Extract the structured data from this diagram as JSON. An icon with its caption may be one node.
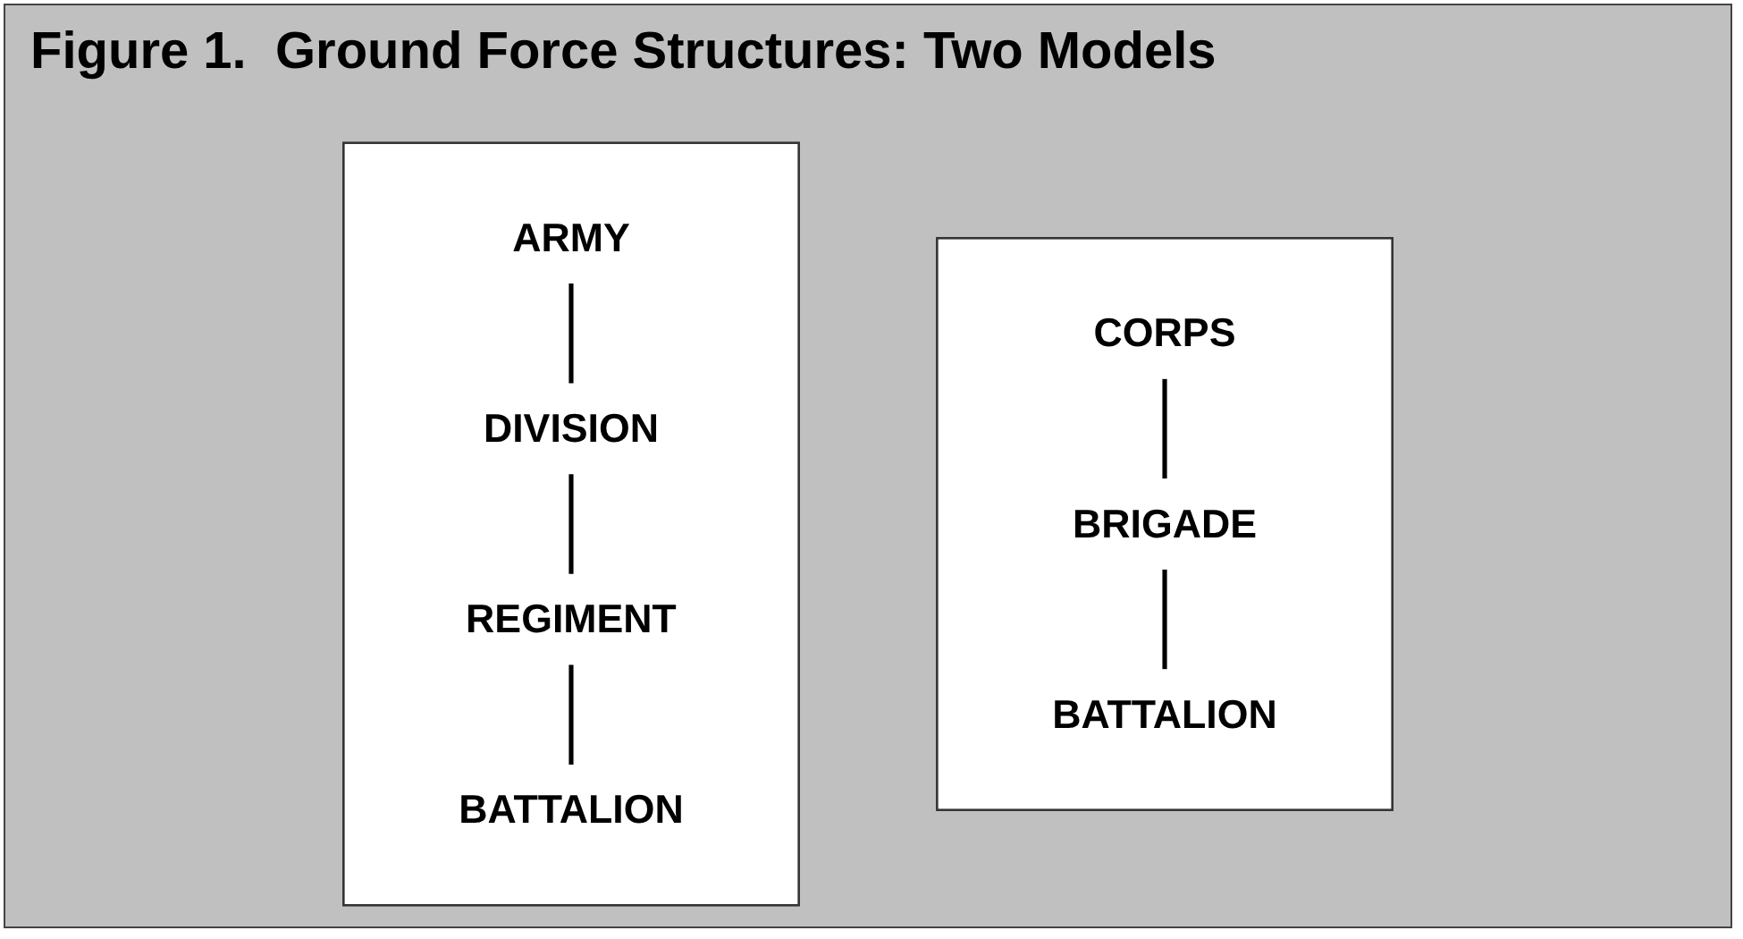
{
  "diagram": {
    "title": "Figure 1.  Ground Force Structures: Two Models",
    "nodes": [
      {
        "text": [],
        "shape": "box"
      },
      {
        "text": [
          "ARMY"
        ],
        "in": 0
      },
      {
        "text": [
          "DIVISION"
        ],
        "in": 0
      },
      {
        "text": [
          "REGIMENT"
        ],
        "in": 0
      },
      {
        "text": [
          "BATTALION"
        ],
        "in": 0
      },
      {
        "text": [],
        "shape": "box"
      },
      {
        "text": [
          "CORPS"
        ],
        "in": 5
      },
      {
        "text": [
          "BRIGADE"
        ],
        "in": 5
      },
      {
        "text": [
          "BATTALION"
        ],
        "in": 5
      }
    ],
    "edges": [
      {
        "from": 1,
        "to": 2,
        "arrow": "none"
      },
      {
        "from": 2,
        "to": 3,
        "arrow": "none"
      },
      {
        "from": 3,
        "to": 4,
        "arrow": "none"
      },
      {
        "from": 6,
        "to": 7,
        "arrow": "none"
      },
      {
        "from": 7,
        "to": 8,
        "arrow": "none"
      }
    ]
  }
}
